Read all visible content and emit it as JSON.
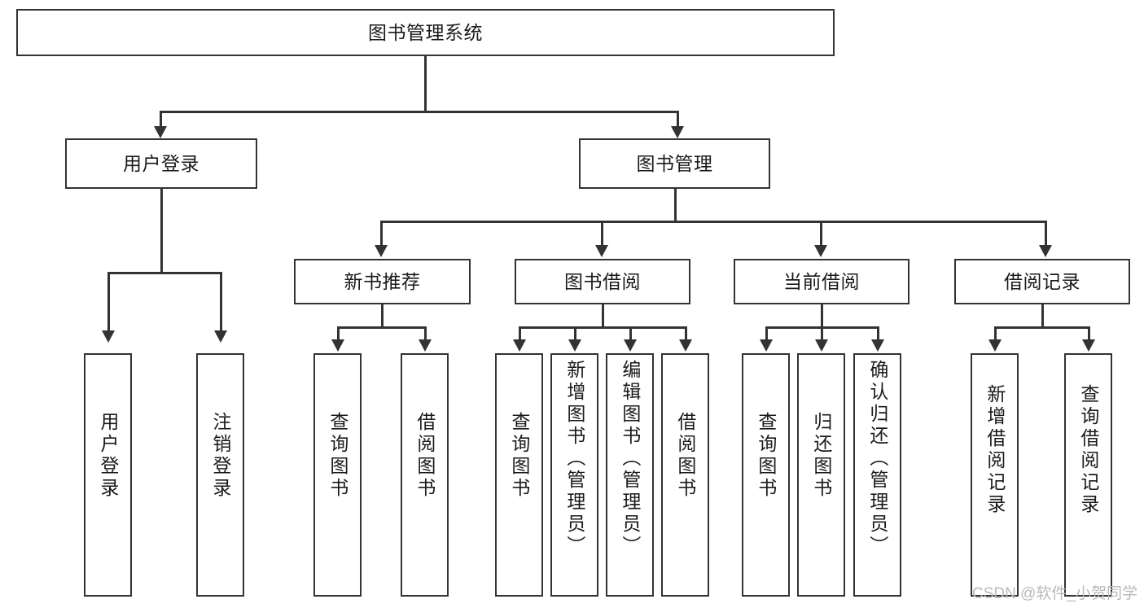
{
  "diagram": {
    "type": "tree-hierarchy",
    "root": {
      "label": "图书管理系统"
    },
    "level2": [
      {
        "label": "用户登录"
      },
      {
        "label": "图书管理"
      }
    ],
    "level3": [
      {
        "label": "新书推荐"
      },
      {
        "label": "图书借阅"
      },
      {
        "label": "当前借阅"
      },
      {
        "label": "借阅记录"
      }
    ],
    "leaves": {
      "user_login": [
        {
          "label": "用户登录"
        },
        {
          "label": "注销登录"
        }
      ],
      "new_book_recommend": [
        {
          "label": "查询图书"
        },
        {
          "label": "借阅图书"
        }
      ],
      "book_borrow": [
        {
          "label": "查询图书"
        },
        {
          "label": "新增图书（管理员）"
        },
        {
          "label": "编辑图书（管理员）"
        },
        {
          "label": "借阅图书"
        }
      ],
      "current_borrow": [
        {
          "label": "查询图书"
        },
        {
          "label": "归还图书"
        },
        {
          "label": "确认归还（管理员）"
        }
      ],
      "borrow_record": [
        {
          "label": "新增借阅记录"
        },
        {
          "label": "查询借阅记录"
        }
      ]
    }
  },
  "watermark": {
    "text": "CSDN @软件_小贺同学"
  },
  "colors": {
    "stroke": "#333333",
    "background": "#ffffff",
    "text": "#1a1a1a",
    "watermark": "#b9b9b9"
  }
}
